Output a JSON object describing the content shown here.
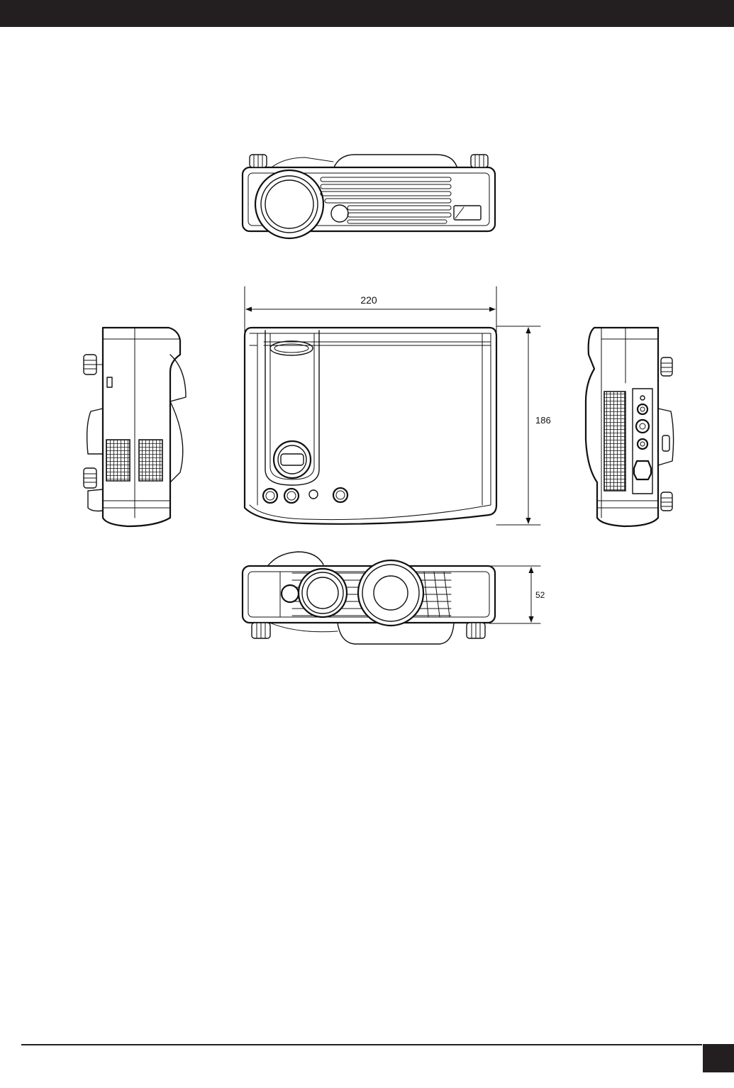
{
  "diagram": {
    "dimensions": {
      "width": "220",
      "depth": "186",
      "height": "52"
    }
  },
  "colors": {
    "header_bar": "#231f20",
    "line_art": "#111111",
    "background": "#ffffff"
  }
}
